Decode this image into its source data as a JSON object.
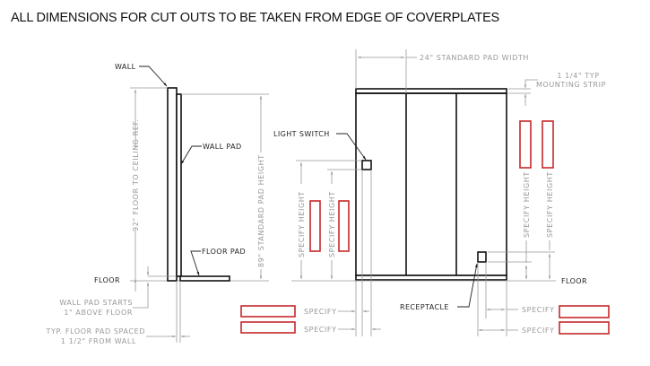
{
  "header": {
    "title": "ALL DIMENSIONS FOR CUT OUTS TO BE TAKEN FROM EDGE OF COVERPLATES"
  },
  "side_view": {
    "labels": {
      "wall": "WALL",
      "wall_pad": "WALL PAD",
      "floor_pad": "FLOOR PAD",
      "floor": "FLOOR"
    },
    "dimensions": {
      "floor_to_ceiling": "92\" FLOOR TO CEILING REF.",
      "standard_pad_height": "89\" STANDARD PAD HEIGHT"
    },
    "notes": {
      "wall_pad_start_line1": "WALL PAD STARTS",
      "wall_pad_start_line2": "1\" ABOVE FLOOR",
      "floor_pad_spacing_line1": "TYP. FLOOR PAD SPACED",
      "floor_pad_spacing_line2": "1 1/2\" FROM WALL"
    }
  },
  "front_view": {
    "panel_count": 3,
    "labels": {
      "light_switch": "LIGHT SWITCH",
      "receptacle": "RECEPTACLE",
      "floor": "FLOOR"
    },
    "dimensions": {
      "standard_pad_width": "24\" STANDARD PAD WIDTH",
      "mounting_strip_line1": "1 1/4\" TYP",
      "mounting_strip_line2": "MOUNTING STRIP"
    },
    "light_switch_dims": {
      "height_1": "SPECIFY HEIGHT",
      "height_2": "SPECIFY HEIGHT",
      "offset_1": "SPECIFY",
      "offset_2": "SPECIFY"
    },
    "receptacle_dims": {
      "height_1": "SPECIFY HEIGHT",
      "height_2": "SPECIFY HEIGHT",
      "offset_1": "SPECIFY",
      "offset_2": "SPECIFY"
    }
  },
  "input_boxes": {
    "color": "#c62828",
    "light_switch_height_fields": [
      "",
      ""
    ],
    "light_switch_offset_fields": [
      "",
      ""
    ],
    "receptacle_height_fields": [
      "",
      ""
    ],
    "receptacle_offset_fields": [
      "",
      ""
    ]
  }
}
